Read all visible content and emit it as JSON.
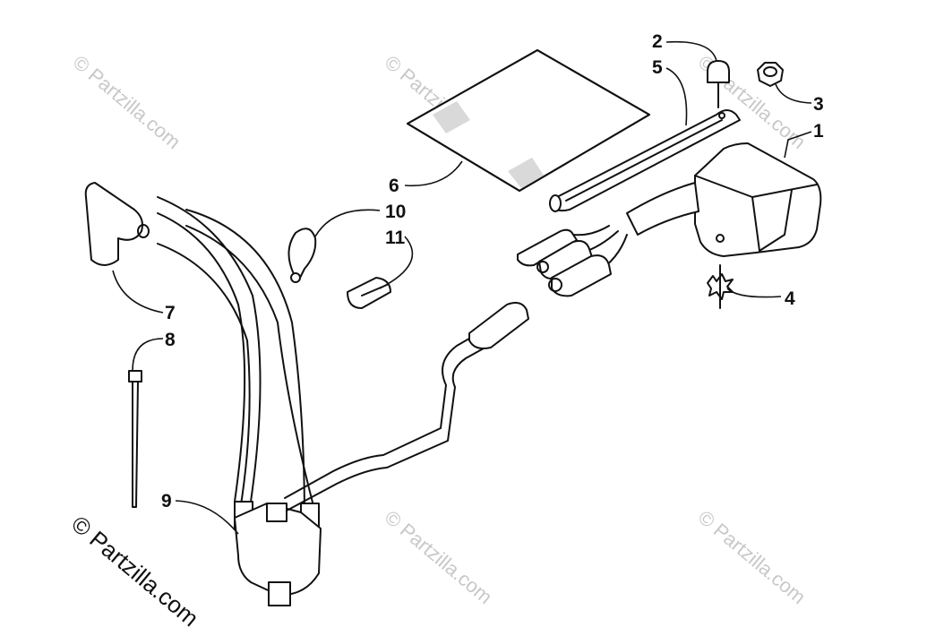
{
  "watermark_text": "© Partzilla.com",
  "main_watermark_text": "© Partzilla.com",
  "callouts": [
    "1",
    "2",
    "3",
    "4",
    "5",
    "6",
    "7",
    "8",
    "9",
    "10",
    "11"
  ]
}
